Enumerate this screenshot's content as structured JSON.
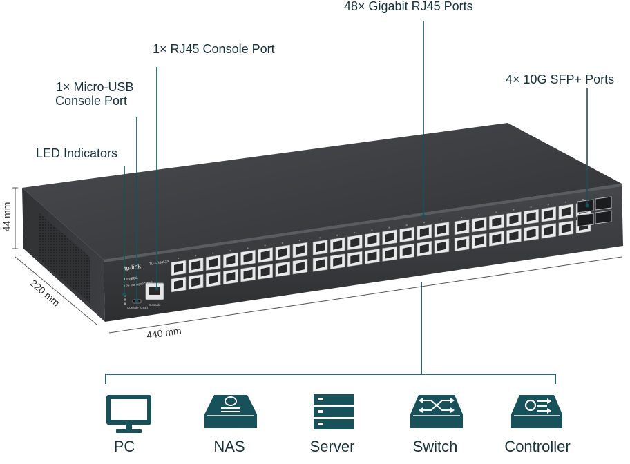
{
  "callouts": {
    "gigabit_ports": "48× Gigabit RJ45 Ports",
    "rj45_console": "1× RJ45 Console Port",
    "microusb_console_line1": "1× Micro-USB",
    "microusb_console_line2": "Console Port",
    "led_indicators": "LED Indicators",
    "sfp_ports": "4× 10G SFP+ Ports"
  },
  "dimensions": {
    "height": "44 mm",
    "depth": "220 mm",
    "width": "440 mm"
  },
  "device": {
    "brand": "tp-link",
    "model": "TL-SG3452X",
    "series": "Omada",
    "subtitle": "L2+ Managed Switch",
    "console_usb_label": "Console (USB)",
    "console_label": "Console"
  },
  "connections": [
    {
      "label": "PC",
      "icon": "pc-icon"
    },
    {
      "label": "NAS",
      "icon": "nas-icon"
    },
    {
      "label": "Server",
      "icon": "server-icon"
    },
    {
      "label": "Switch",
      "icon": "switch-icon"
    },
    {
      "label": "Controller",
      "icon": "controller-icon"
    }
  ],
  "colors": {
    "accent": "#17525a",
    "text": "#17323a",
    "chassis": "#3a3c3e"
  }
}
